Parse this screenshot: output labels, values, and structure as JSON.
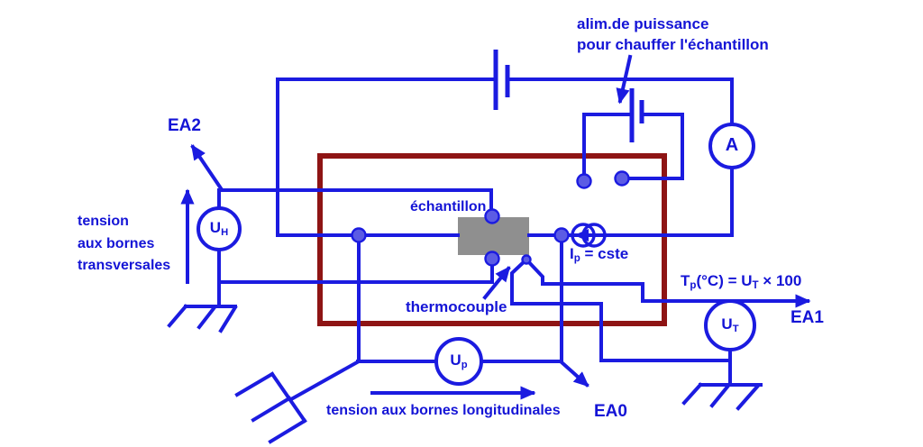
{
  "labels": {
    "power_supply": {
      "line1": "alim.de puissance",
      "line2": "pour chauffer l'échantillon"
    },
    "ea2": "EA2",
    "ea1": "EA1",
    "ea0": "EA0",
    "transverse": {
      "line1": "tension",
      "line2": "aux bornes",
      "line3": "transversales"
    },
    "longitudinal": "tension aux bornes longitudinales",
    "sample": "échantillon",
    "thermocouple": "thermocouple",
    "ip_formula": {
      "sym": "I",
      "sub": "p",
      "rest": " = cste"
    },
    "tp_formula": {
      "t1": "T",
      "s1": "p",
      "t2": "(°C) = U",
      "s2": "T",
      "t3": " × 100"
    }
  },
  "meters": {
    "hall_voltmeter": {
      "sym": "U",
      "sub": "H"
    },
    "ammeter": "A",
    "thermo_voltmeter": {
      "sym": "U",
      "sub": "T"
    },
    "longitudinal_voltmeter": {
      "sym": "U",
      "sub": "p"
    }
  },
  "colors": {
    "wire": "#1b1be0",
    "text": "#1414d6",
    "oven": "#8e1414",
    "sample": "#8f8f8f",
    "dot": "#5c5ce4",
    "bg": "#ffffff"
  }
}
